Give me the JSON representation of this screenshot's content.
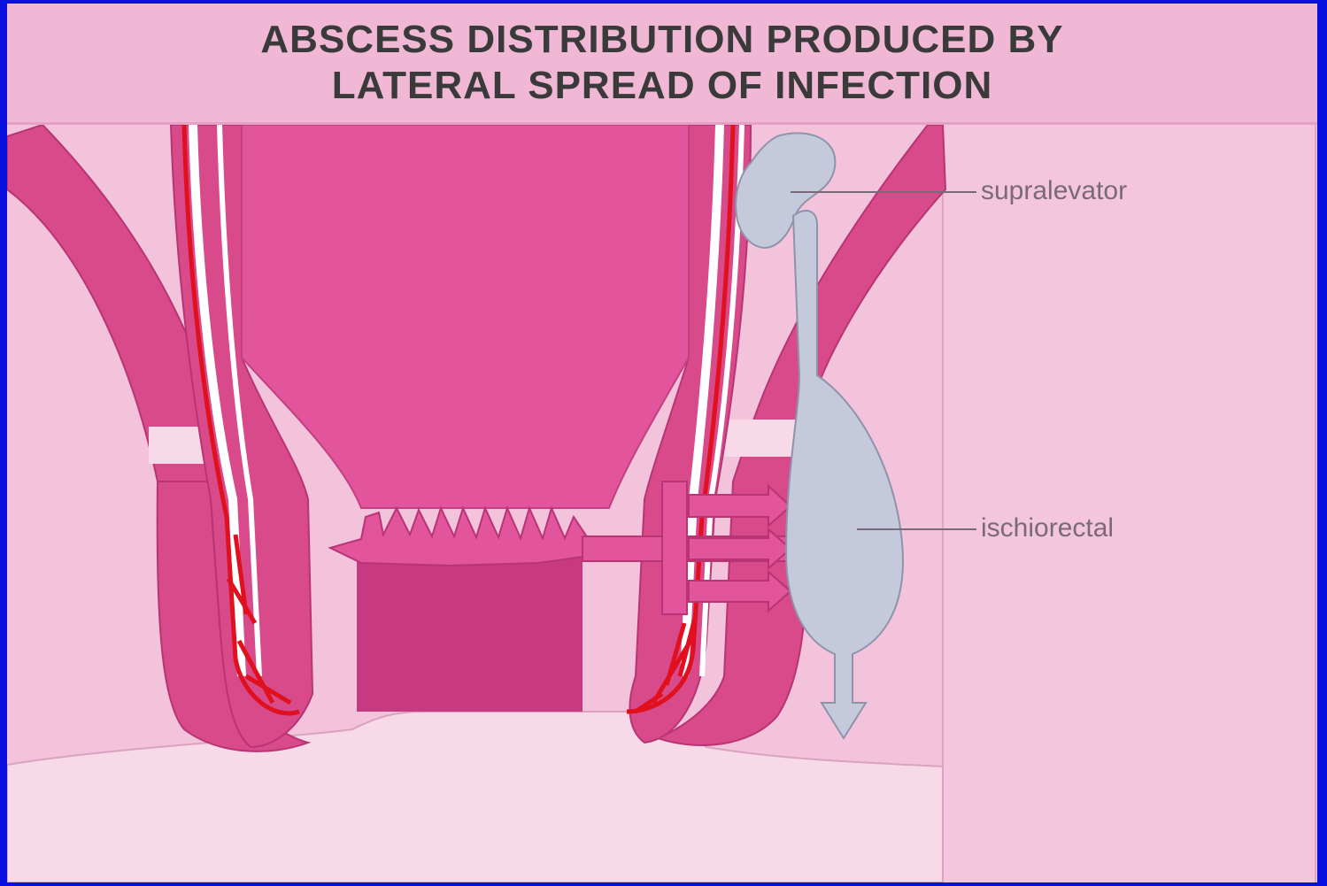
{
  "title": {
    "line1": "ABSCESS DISTRIBUTION PRODUCED BY",
    "line2": "LATERAL SPREAD OF INFECTION"
  },
  "labels": {
    "supralevator": "supralevator",
    "ischiorectal": "ischiorectal"
  },
  "colors": {
    "background": "#0a10e0",
    "panel": "#f3c3dc",
    "rectum": "#e2549b",
    "muscle": "#d84a8a",
    "abscess": "#c4c9dc",
    "vessel": "#e0101e",
    "title_text": "#3a3a3a"
  }
}
